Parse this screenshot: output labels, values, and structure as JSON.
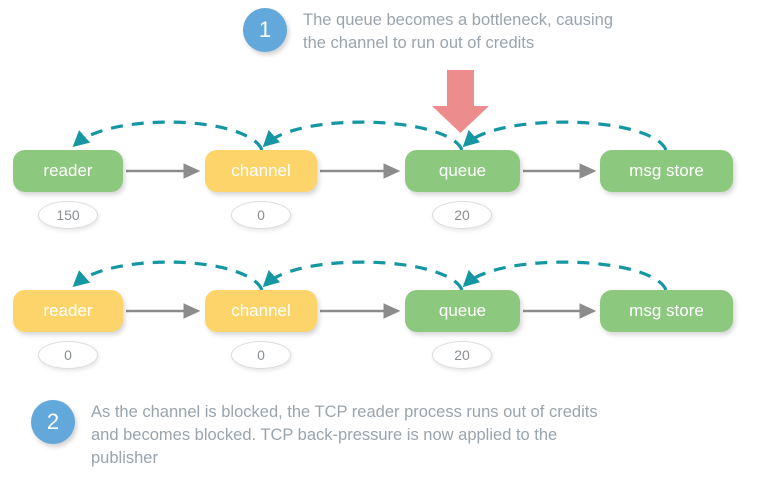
{
  "diagram": {
    "title_hidden": "",
    "colors": {
      "node_green": "#8dc87f",
      "node_yellow": "#fcd469",
      "step_blue": "#62a8db",
      "credit_arrow_teal": "#1596a3",
      "flow_arrow_gray": "#8c8c8c",
      "bottleneck_arrow_red": "#ed8c8c",
      "text_gray": "#9aa4ae",
      "badge_text": "#8a8f94"
    }
  },
  "steps": [
    {
      "number": "1",
      "text": "The queue becomes a bottleneck, causing\nthe channel to run out of credits"
    },
    {
      "number": "2",
      "text": "As the channel is blocked, the TCP reader process runs out of credits\nand becomes blocked. TCP back-pressure is now applied to the\npublisher"
    }
  ],
  "rows": [
    {
      "row_id": "row-1",
      "nodes": [
        {
          "id": "reader",
          "label": "reader",
          "state": "green",
          "credits": "150"
        },
        {
          "id": "channel",
          "label": "channel",
          "state": "yellow",
          "credits": "0"
        },
        {
          "id": "queue",
          "label": "queue",
          "state": "green",
          "credits": "20"
        },
        {
          "id": "msg-store",
          "label": "msg store",
          "state": "green",
          "credits": null
        }
      ]
    },
    {
      "row_id": "row-2",
      "nodes": [
        {
          "id": "reader",
          "label": "reader",
          "state": "yellow",
          "credits": "0"
        },
        {
          "id": "channel",
          "label": "channel",
          "state": "yellow",
          "credits": "0"
        },
        {
          "id": "queue",
          "label": "queue",
          "state": "green",
          "credits": "20"
        },
        {
          "id": "msg-store",
          "label": "msg store",
          "state": "green",
          "credits": null
        }
      ]
    }
  ],
  "annotations": {
    "bottleneck_arrow": "down-arrow-icon",
    "credit_flow_icon": "dashed-credit-arc-icon",
    "message_flow_icon": "solid-flow-arrow-icon"
  }
}
